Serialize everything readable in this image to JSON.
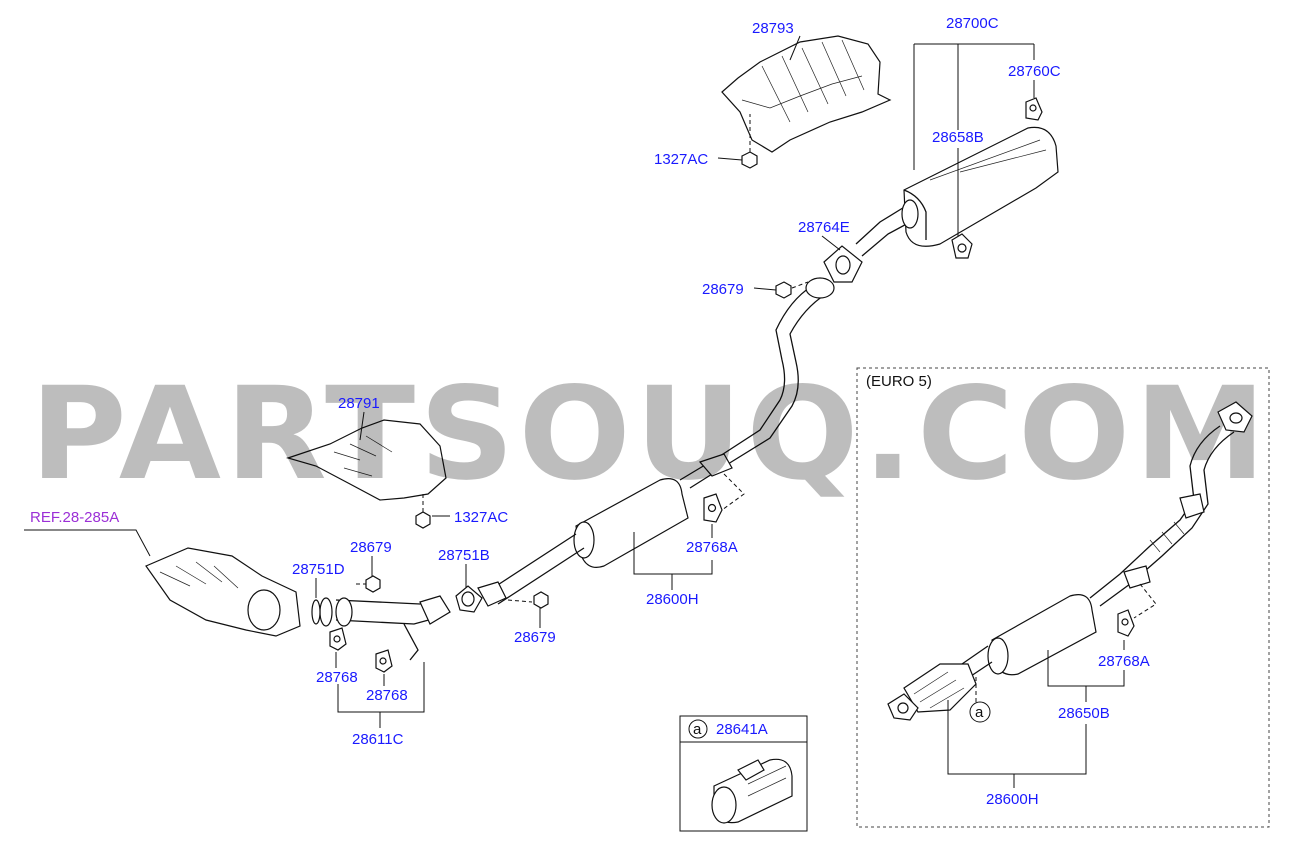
{
  "watermark": "PARTSOUQ.COM",
  "ref_label": "REF.28-285A",
  "euro_section": "(EURO 5)",
  "inset_marker": "a",
  "inset_part": "28641A",
  "parts": {
    "heat_shield_upper": "28793",
    "nut_upper": "1327AC",
    "muffler_assy": "28700C",
    "hanger_rear": "28760C",
    "hanger_muffler": "28658B",
    "gasket_rear": "28764E",
    "nut_rear": "28679",
    "heat_shield_lower": "28791",
    "nut_lower": "1327AC",
    "gasket_front": "28751D",
    "nut_front": "28679",
    "gasket_center": "28751B",
    "nut_center": "28679",
    "hanger_center": "28768A",
    "center_pipe": "28600H",
    "hanger_front_a": "28768",
    "hanger_front_b": "28768",
    "front_pipe": "28611C",
    "euro_hanger": "28768A",
    "euro_center": "28650B",
    "euro_pipe": "28600H"
  },
  "colors": {
    "label": "#1a1aff",
    "ref": "#9b2fd6",
    "lines": "#111111"
  }
}
